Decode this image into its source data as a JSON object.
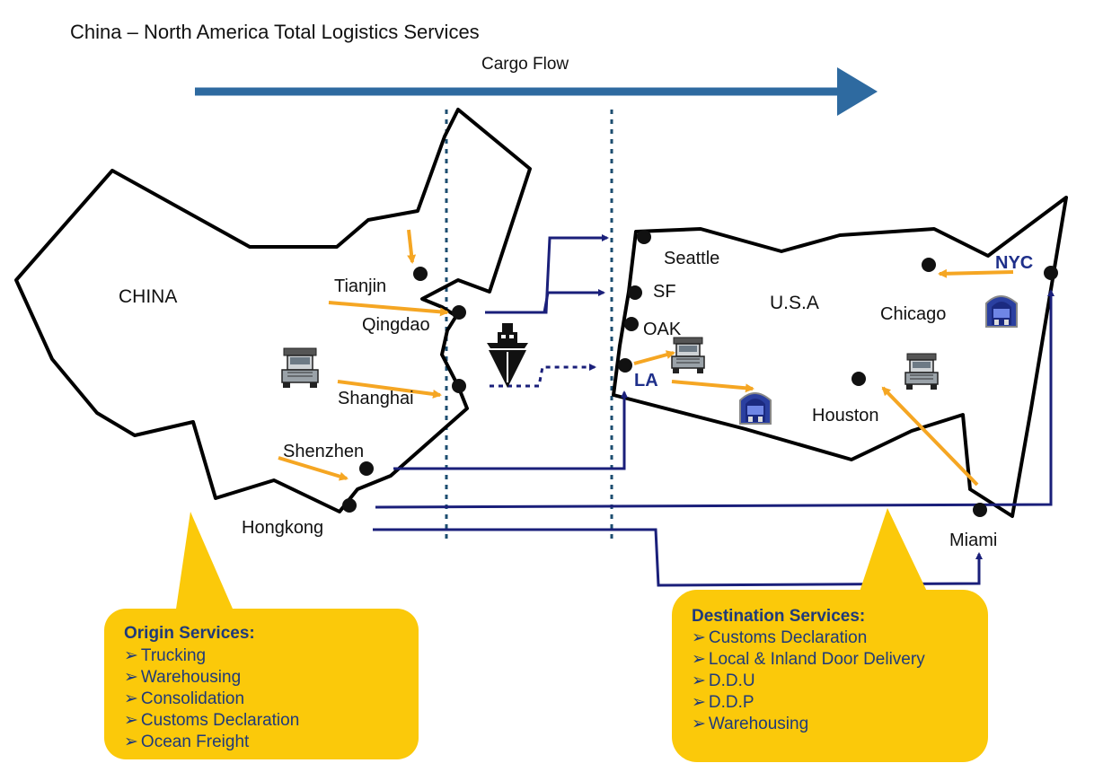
{
  "title": "China – North America Total Logistics Services",
  "cargo_flow_label": "Cargo Flow",
  "china": {
    "label": "CHINA",
    "cities": {
      "tianjin": "Tianjin",
      "qingdao": "Qingdao",
      "shanghai": "Shanghai",
      "shenzhen": "Shenzhen",
      "hongkong": "Hongkong"
    }
  },
  "usa": {
    "label": "U.S.A",
    "cities": {
      "seattle": "Seattle",
      "sf": "SF",
      "oak": "OAK",
      "la": "LA",
      "chicago": "Chicago",
      "nyc": "NYC",
      "houston": "Houston",
      "miami": "Miami"
    }
  },
  "origin_services": {
    "title": "Origin Services:",
    "items": [
      "Trucking",
      "Warehousing",
      "Consolidation",
      "Customs Declaration",
      "Ocean Freight"
    ]
  },
  "destination_services": {
    "title": "Destination Services:",
    "items": [
      "Customs Declaration",
      "Local & Inland Door Delivery",
      "D.D.U",
      "D.D.P",
      "Warehousing"
    ]
  },
  "bullet_glyph": "➢",
  "colors": {
    "cargo_arrow": "#2e6aa0",
    "route": "#1a1f7a",
    "feeder_arrow": "#f5a623",
    "callout": "#fbc90a",
    "outline": "#000000",
    "box_text": "#1f3a7a",
    "blue_label": "#1e2f8a"
  },
  "icons": [
    "truck-icon",
    "ship-icon",
    "warehouse-icon"
  ]
}
